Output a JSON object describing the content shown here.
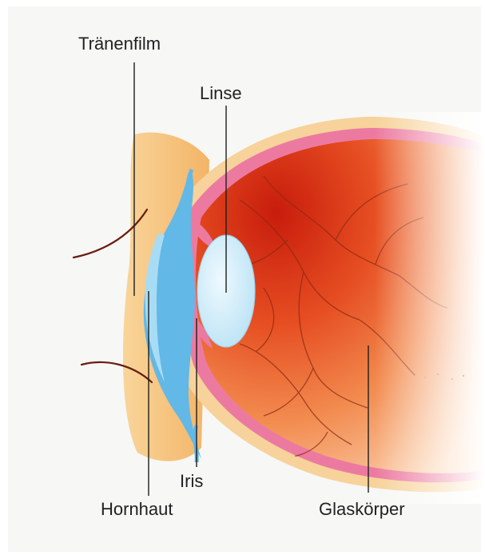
{
  "labels": {
    "tear_film": "Tränenfilm",
    "lens": "Linse",
    "iris": "Iris",
    "cornea": "Hornhaut",
    "vitreous": "Glaskörper"
  },
  "colors": {
    "paper": "#f6f6f4",
    "skin": "#f4b45a",
    "sclera": "#f7d29a",
    "pink_layer": "#ec7aa0",
    "cornea": "#62b8e6",
    "cornea_light": "#a8dcf5",
    "lens": "#d8f0fb",
    "vitreous_deep": "#cc1f0e",
    "vitreous_mid": "#ea5a26",
    "vitreous_light": "#f7a76a",
    "vessel": "#8c2a12",
    "lash": "#6a1d10",
    "text": "#222222"
  }
}
